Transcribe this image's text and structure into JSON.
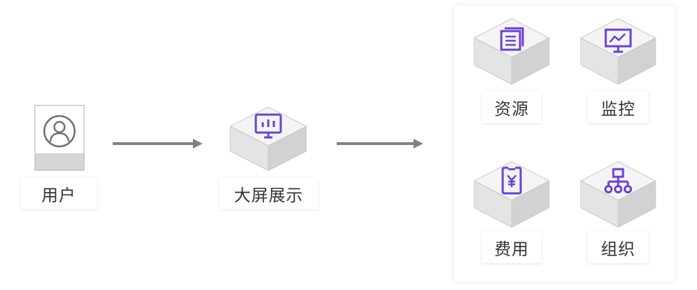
{
  "nodes": {
    "user": {
      "label": "用户",
      "icon": "user-avatar-icon"
    },
    "screen": {
      "label": "大屏展示",
      "icon": "dashboard-screen-icon"
    },
    "resource": {
      "label": "资源",
      "icon": "document-list-icon"
    },
    "monitor": {
      "label": "监控",
      "icon": "monitor-chart-icon"
    },
    "cost": {
      "label": "费用",
      "icon": "yen-receipt-icon"
    },
    "org": {
      "label": "组织",
      "icon": "org-chart-icon"
    }
  },
  "colors": {
    "accent": "#6a3fd6",
    "arrow": "#808080",
    "cube_top": "#f4f4f4",
    "cube_left": "#e4e4e4",
    "cube_right": "#d2d2d2",
    "text": "#333333"
  }
}
